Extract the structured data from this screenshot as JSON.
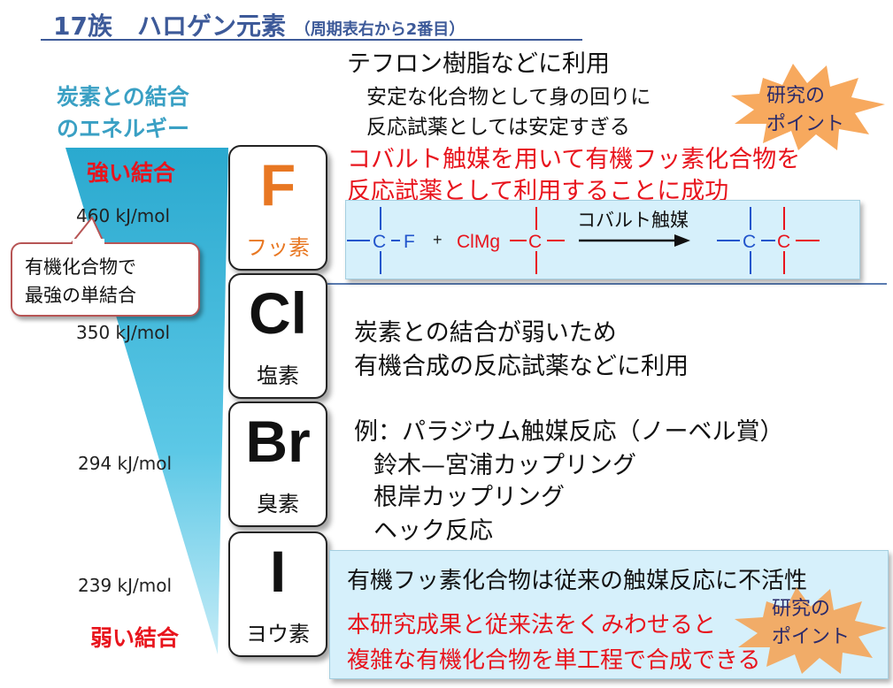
{
  "header": {
    "title": "17族　ハロゲン元素",
    "subtitle": "（周期表右から2番目）"
  },
  "energy_scale": {
    "heading_line1": "炭素との結合",
    "heading_line2": "のエネルギー",
    "strong_label": "強い結合",
    "weak_label": "弱い結合",
    "values": [
      "460 kJ/mol",
      "350 kJ/mol",
      "294 kJ/mol",
      "239 kJ/mol"
    ]
  },
  "callout": {
    "line1": "有機化合物で",
    "line2": "最強の単結合"
  },
  "elements": [
    {
      "symbol": "F",
      "name": "フッ素",
      "color": "#e87722"
    },
    {
      "symbol": "Cl",
      "name": "塩素",
      "color": "#111111"
    },
    {
      "symbol": "Br",
      "name": "臭素",
      "color": "#111111"
    },
    {
      "symbol": "I",
      "name": "ヨウ素",
      "color": "#111111"
    }
  ],
  "fluorine_text": {
    "line1": "テフロン樹脂などに利用",
    "line2": "安定な化合物として身の回りに",
    "line3": "反応試薬としては安定すぎる",
    "highlight1": "コバルト触媒を用いて有機フッ素化合物を",
    "highlight2": "反応試薬として利用することに成功"
  },
  "reaction": {
    "c_atom": "C",
    "f_atom": "F",
    "plus": "+",
    "reagent": "ClMg",
    "catalyst": "コバルト触媒"
  },
  "chlorine_text": {
    "line1": "炭素との結合が弱いため",
    "line2": "有機合成の反応試薬などに利用"
  },
  "bromine_text": {
    "line1": "例：パラジウム触媒反応（ノーベル賞）",
    "line2": "鈴木—宮浦カップリング",
    "line3": "根岸カップリング",
    "line4": "ヘック反応"
  },
  "bottom_panel": {
    "line1": "有機フッ素化合物は従来の触媒反応に不活性",
    "line2": "本研究成果と従来法をくみわせると",
    "line3": "複雑な有機化合物を単工程で合成できる"
  },
  "badges": [
    {
      "line1": "研究の",
      "line2": "ポイント"
    },
    {
      "line1": "研究の",
      "line2": "ポイント"
    }
  ],
  "colors": {
    "title_blue": "#3d5a99",
    "energy_cyan": "#3aa0c4",
    "highlight_red": "#e8141d",
    "fluorine_orange": "#e87722",
    "bond_blue": "#2255cc",
    "bond_red": "#e8141d",
    "panel_bg": "#d6f0fb",
    "burst_orange": "#f6a04d"
  }
}
